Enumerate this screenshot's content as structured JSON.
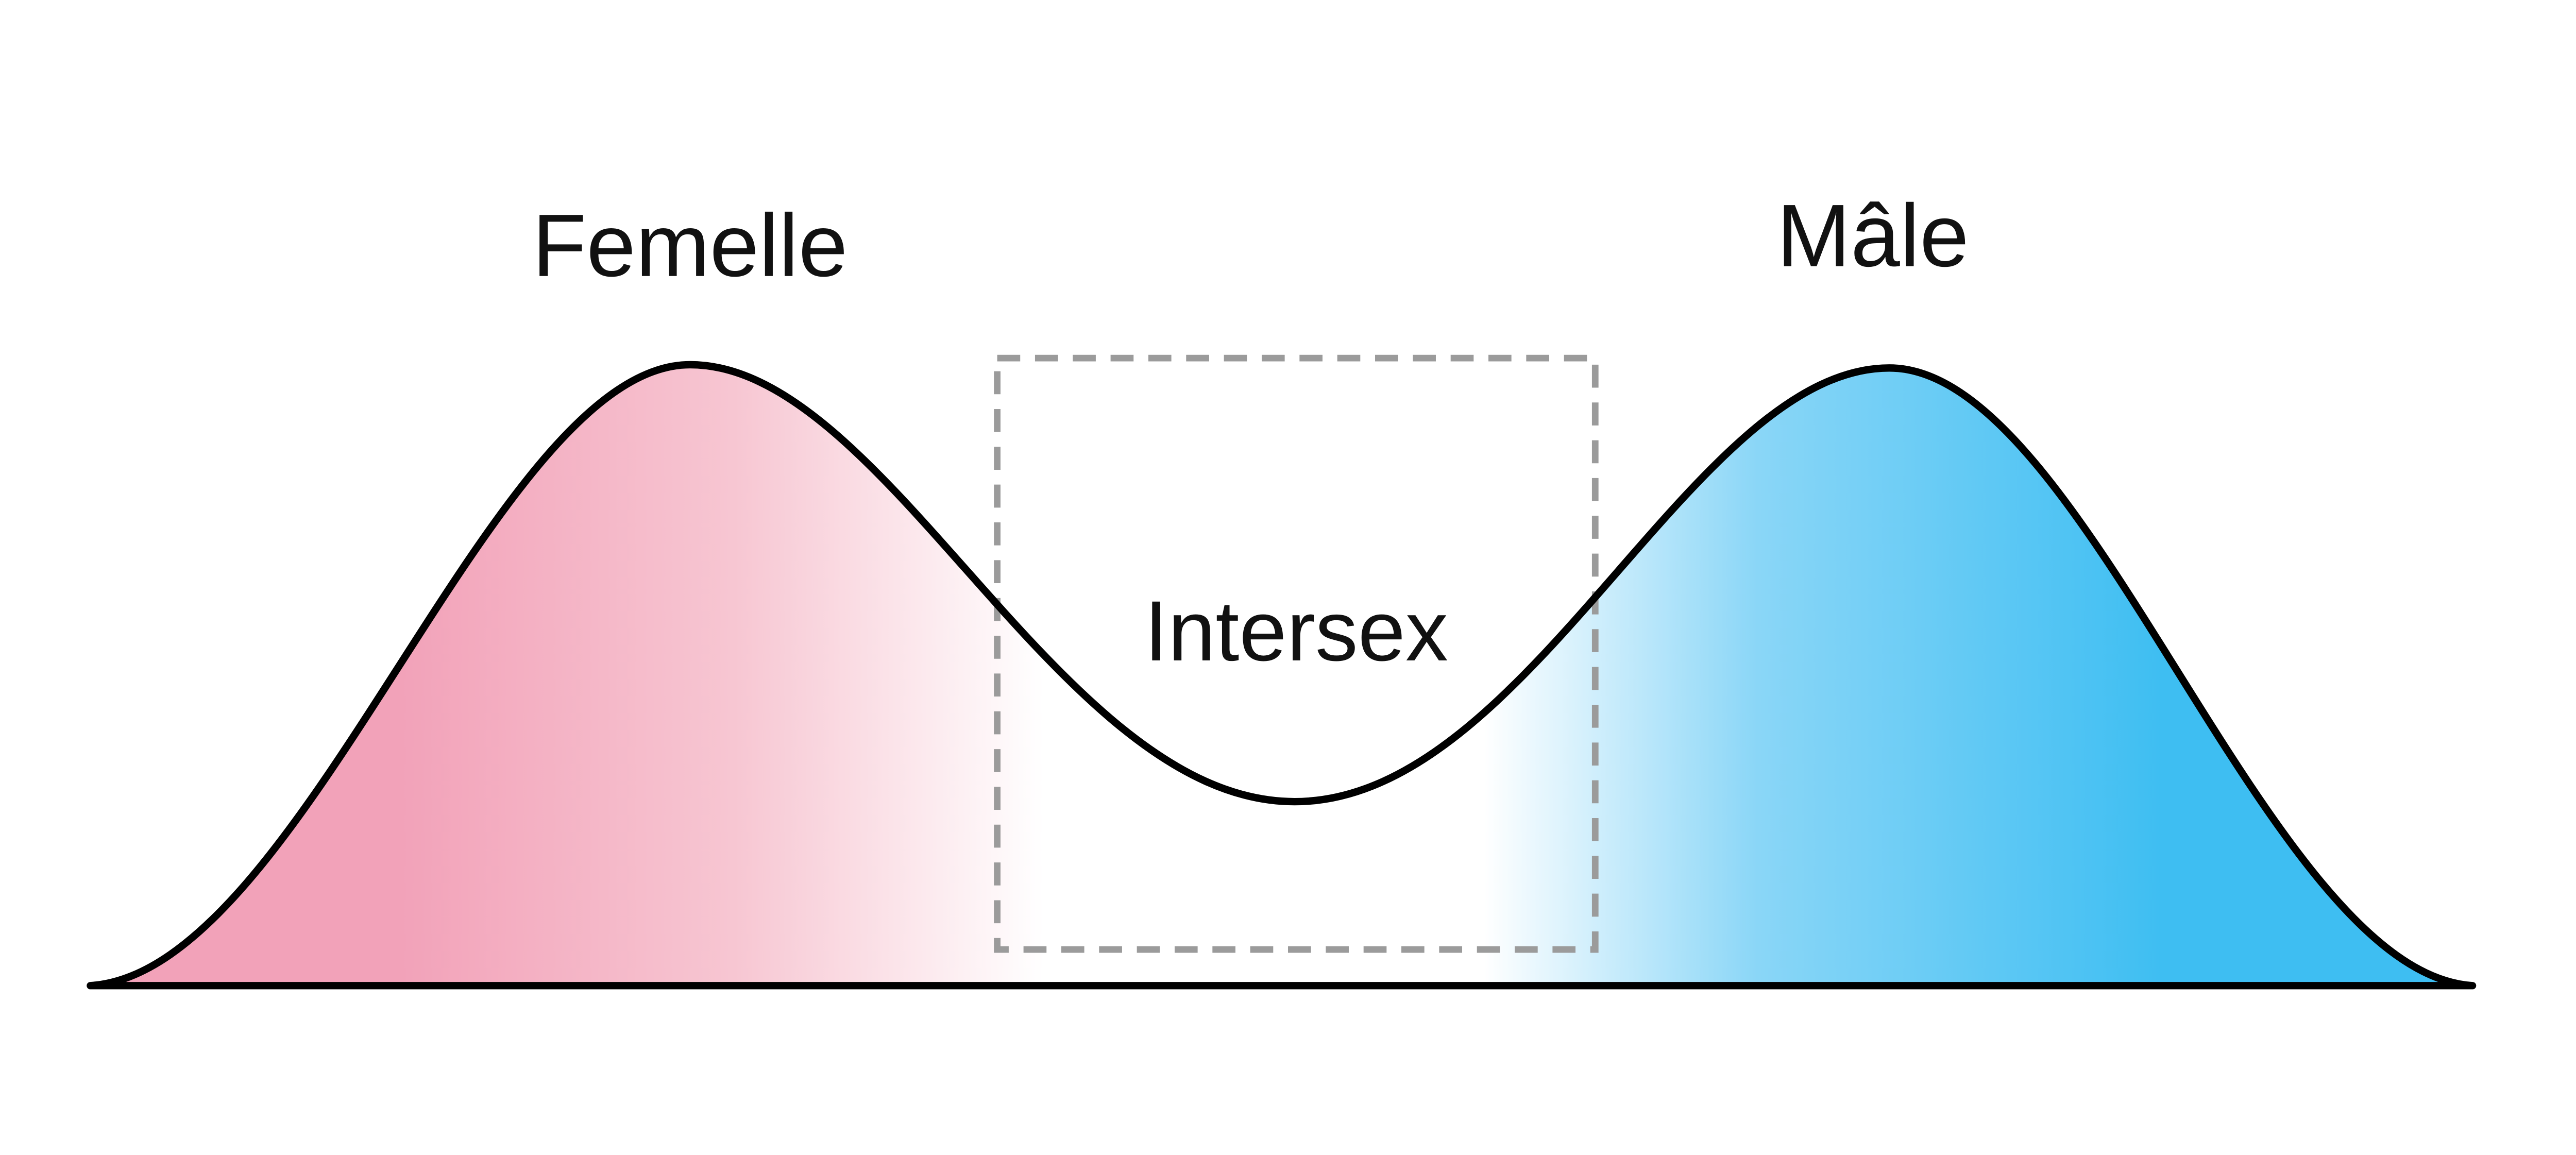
{
  "diagram": {
    "labels": {
      "female": "Femelle",
      "male": "Mâle",
      "intersex": "Intersex"
    },
    "colors": {
      "female_pink": "#F2A2B9",
      "female_pink_soft": "#F7C6D2",
      "male_blue": "#3EBEF2",
      "male_blue_soft": "#8AD6F7",
      "outline": "#000000",
      "dashed_box": "#9B9B9B",
      "background": "#FFFFFF"
    }
  },
  "chart_data": {
    "type": "area",
    "title": "",
    "description": "Bimodal distribution curve with two peaks and a central valley; left peak shaded pink, right peak shaded blue, valley region marked by a gray dashed rectangle",
    "regions": [
      {
        "label": "Femelle",
        "position": "left-peak",
        "color": "#F2A2B9"
      },
      {
        "label": "Intersex",
        "position": "central-valley",
        "color": "#FFFFFF"
      },
      {
        "label": "Mâle",
        "position": "right-peak",
        "color": "#3EBEF2"
      }
    ],
    "legend_position": "none",
    "grid": false,
    "axes_visible": false
  }
}
